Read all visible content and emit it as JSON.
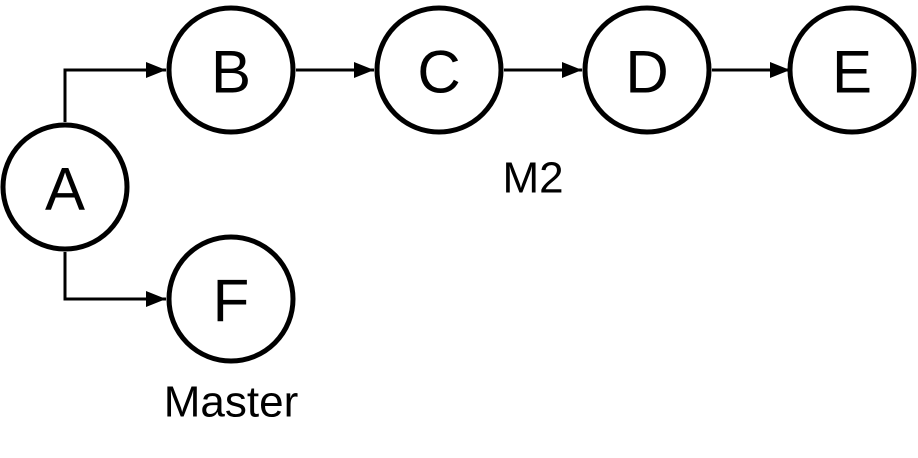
{
  "diagram": {
    "nodes": [
      {
        "id": "A",
        "label": "A"
      },
      {
        "id": "B",
        "label": "B"
      },
      {
        "id": "C",
        "label": "C"
      },
      {
        "id": "D",
        "label": "D"
      },
      {
        "id": "E",
        "label": "E"
      },
      {
        "id": "F",
        "label": "F"
      }
    ],
    "edges": [
      {
        "from": "A",
        "to": "B"
      },
      {
        "from": "B",
        "to": "C"
      },
      {
        "from": "C",
        "to": "D"
      },
      {
        "from": "D",
        "to": "E"
      },
      {
        "from": "A",
        "to": "F"
      }
    ],
    "branch_labels": {
      "m2": "M2",
      "master": "Master"
    },
    "colors": {
      "stroke": "#000000",
      "fill": "#ffffff",
      "text": "#000000"
    }
  }
}
